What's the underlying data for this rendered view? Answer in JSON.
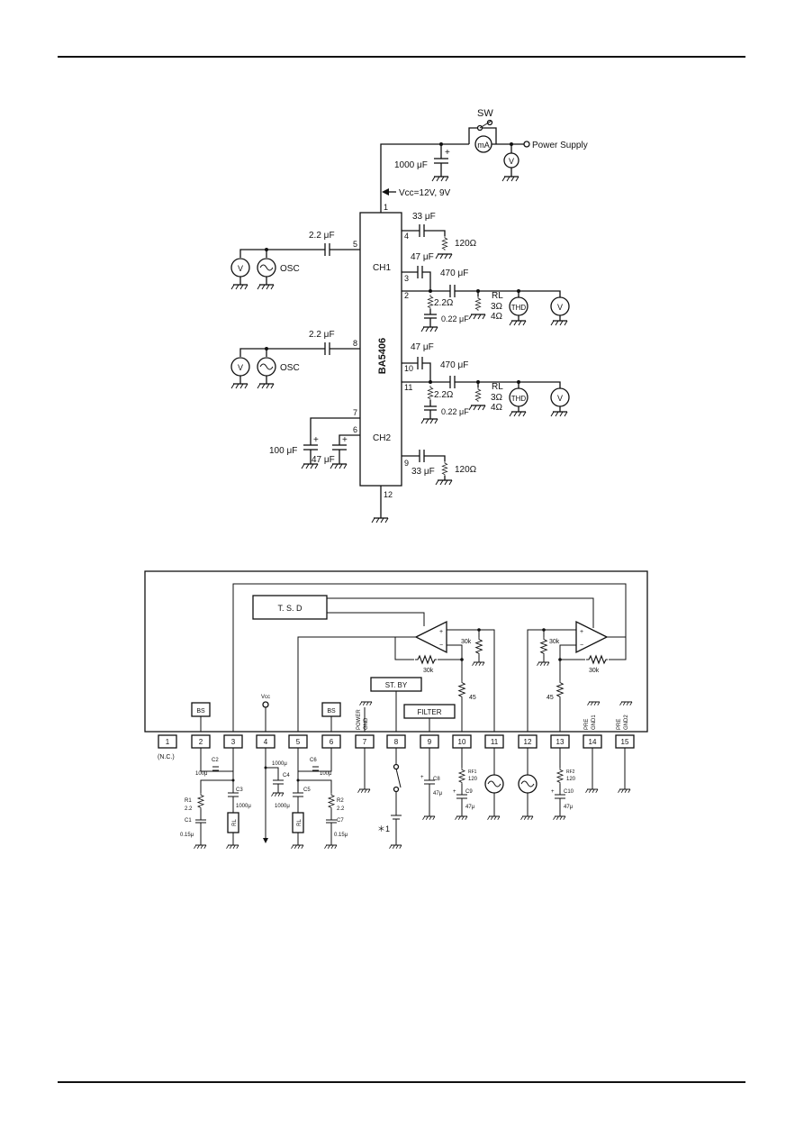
{
  "circuit1": {
    "sw": "SW",
    "ma": "mA",
    "power_supply": "Power Supply",
    "vm": "V",
    "cap_supply": "1000 μF",
    "vcc": "Vcc=12V, 9V",
    "ic_name": "BA5406",
    "ch1": "CH1",
    "ch2": "CH2",
    "pins": {
      "p1": "1",
      "p2": "2",
      "p3": "3",
      "p4": "4",
      "p5": "5",
      "p6": "6",
      "p7": "7",
      "p8": "8",
      "p9": "9",
      "p10": "10",
      "p11": "11",
      "p12": "12"
    },
    "osc": "OSC",
    "cap_in": "2.2 μF",
    "cap_33": "33 μF",
    "res_120": "120Ω",
    "cap_47": "47 μF",
    "cap_470": "470 μF",
    "res_22": "2.2Ω",
    "cap_022": "0.22 μF",
    "rl": "RL",
    "rl_3": "3Ω",
    "rl_4": "4Ω",
    "thd": "THD",
    "cap_100": "100 μF"
  },
  "circuit2": {
    "tsd": "T. S. D",
    "stby": "ST. BY",
    "filter": "FILTER",
    "bs": "BS",
    "vcc_label": "Vcc",
    "power_gnd": [
      "POWER",
      "GND"
    ],
    "pre_gnd1": [
      "PRE",
      "GND1"
    ],
    "pre_gnd2": [
      "PRE",
      "GND2"
    ],
    "r30k": "30k",
    "r45": "45",
    "nc": "(N.C.)",
    "pins": [
      "1",
      "2",
      "3",
      "4",
      "5",
      "6",
      "7",
      "8",
      "9",
      "10",
      "11",
      "12",
      "13",
      "14",
      "15"
    ],
    "c2": "C2",
    "c2v": "100μ",
    "c3": "C3",
    "c3v": "1000μ",
    "r1": "R1",
    "r1v": "2.2",
    "c1": "C1",
    "c1v": "0.15μ",
    "rl": "RL",
    "c4v_top": "1000μ",
    "c4": "C4",
    "c5": "C5",
    "c5v": "1000μ",
    "c6": "C6",
    "c6v": "100μ",
    "r2": "R2",
    "r2v": "2.2",
    "c7": "C7",
    "c7v": "0.15μ",
    "c8": "C8",
    "c8v": "47μ",
    "rf1": "RF1",
    "rf1v": "120",
    "c9": "C9",
    "c9v": "47μ",
    "rf2": "RF2",
    "rf2v": "120",
    "c10": "C10",
    "c10v": "47μ",
    "note": "＊1"
  }
}
